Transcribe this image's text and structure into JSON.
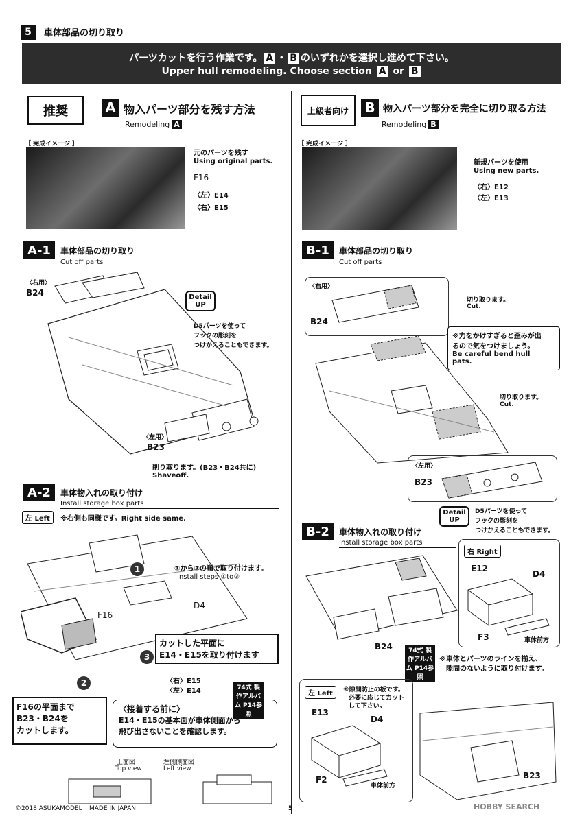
{
  "section": {
    "number": "5",
    "title": "車体部品の切り取り"
  },
  "banner": {
    "jp_pre": "パーツカットを行う作業です。",
    "badge_a": "A",
    "dot": "・",
    "badge_b": "B",
    "jp_post": "のいずれかを選択し進めて下さい。",
    "en_pre": "Upper hull remodeling.   Choose section",
    "en_or": "or"
  },
  "left": {
    "recommend": "推奨",
    "letter": "A",
    "method_title": "物入パーツ部分を残す方法",
    "remodeling": "Remodeling",
    "completed": "［ 完成イメージ ］",
    "photo_note_jp": "元のパーツを残す",
    "photo_note_en": "Using original parts.",
    "part_f16": "F16",
    "e14": "〈左〉E14",
    "e15": "〈右〉E15",
    "a1": {
      "tag": "A-1",
      "title": "車体部品の切り取り",
      "sub": "Cut off parts",
      "right_use": "〈右用〉",
      "b24": "B24",
      "left_use": "〈左用〉",
      "b23": "B23",
      "detail": "Detail UP",
      "detail_note_1": "D5パーツを使って",
      "detail_note_2": "フックの彫刻を",
      "detail_note_3": "つけかえることもできます。",
      "shave_jp": "削り取ります。(B23・B24共に)",
      "shave_en": "Shaveoff."
    },
    "a2": {
      "tag": "A-2",
      "title": "車体物入れの取り付け",
      "sub": "Install storage box parts",
      "left_btn": "左 Left",
      "note": "※右側も同様です。Right side same.",
      "steps_jp": "①から③の順で取り付けます。",
      "steps_en": "Install steps ①to③",
      "d4": "D4",
      "f16": "F16",
      "cut_plane_1": "カットした平面に",
      "cut_plane_2": "E14・E15を取り付けます",
      "e15": "〈右〉E15",
      "e14": "〈左〉E14",
      "f16_note_1": "F16の平面まで",
      "f16_note_2": "B23・B24を",
      "f16_note_3": "カットします。",
      "before_title": "〈接着する前に〉",
      "before_1": "E14・E15の基本面が車体側面から",
      "before_2": "飛び出さないことを確認します。",
      "top_view_jp": "上面図",
      "top_view_en": "Top view",
      "left_view_jp": "左側側面図",
      "left_view_en": "Left view",
      "ref": "74式 製作アルバム P14参照",
      "step1": "1",
      "step2": "2",
      "step3": "3"
    }
  },
  "right": {
    "advanced": "上級者向け",
    "letter": "B",
    "method_title": "物入パーツ部分を完全に切り取る方法",
    "remodeling": "Remodeling",
    "completed": "［ 完成イメージ ］",
    "photo_note_jp": "新規パーツを使用",
    "photo_note_en": "Using new parts.",
    "e12": "〈右〉E12",
    "e13": "〈左〉E13",
    "b1": {
      "tag": "B-1",
      "title": "車体部品の切り取り",
      "sub": "Cut off parts",
      "right_use": "〈右用〉",
      "b24": "B24",
      "cut_jp": "切り取ります。",
      "cut_en": "Cut.",
      "warn_1": "※力をかけすぎると歪みが出",
      "warn_2": "るので気をつけましょう。",
      "warn_3": "Be careful bend hull",
      "warn_4": "pats.",
      "cut2_jp": "切り取ります。",
      "cut2_en": "Cut.",
      "left_use": "〈左用〉",
      "b23": "B23",
      "detail": "Detail UP",
      "detail_note_1": "D5パーツを使って",
      "detail_note_2": "フックの彫刻を",
      "detail_note_3": "つけかえることもできます。"
    },
    "b2": {
      "tag": "B-2",
      "title": "車体物入れの取り付け",
      "sub": "Install storage box parts",
      "right_btn": "右 Right",
      "e12": "E12",
      "d4": "D4",
      "f3": "F3",
      "front": "車体前方",
      "b24": "B24",
      "line_1": "※車体とパーツのラインを揃え、",
      "line_2": "隙間のないように取り付けます。",
      "ref": "74式 製作アルバム P14参照",
      "left_btn": "左 Left",
      "gap_1": "※隙間防止の板です。",
      "gap_2": "必要に応じてカット",
      "gap_3": "して下さい。",
      "e13": "E13",
      "d4b": "D4",
      "f2": "F2",
      "front2": "車体前方",
      "b23": "B23"
    }
  },
  "footer": {
    "copyright": "©2018 ASUKAMODEL",
    "made": "MADE IN JAPAN",
    "page": "5",
    "watermark": "HOBBY SEARCH"
  }
}
